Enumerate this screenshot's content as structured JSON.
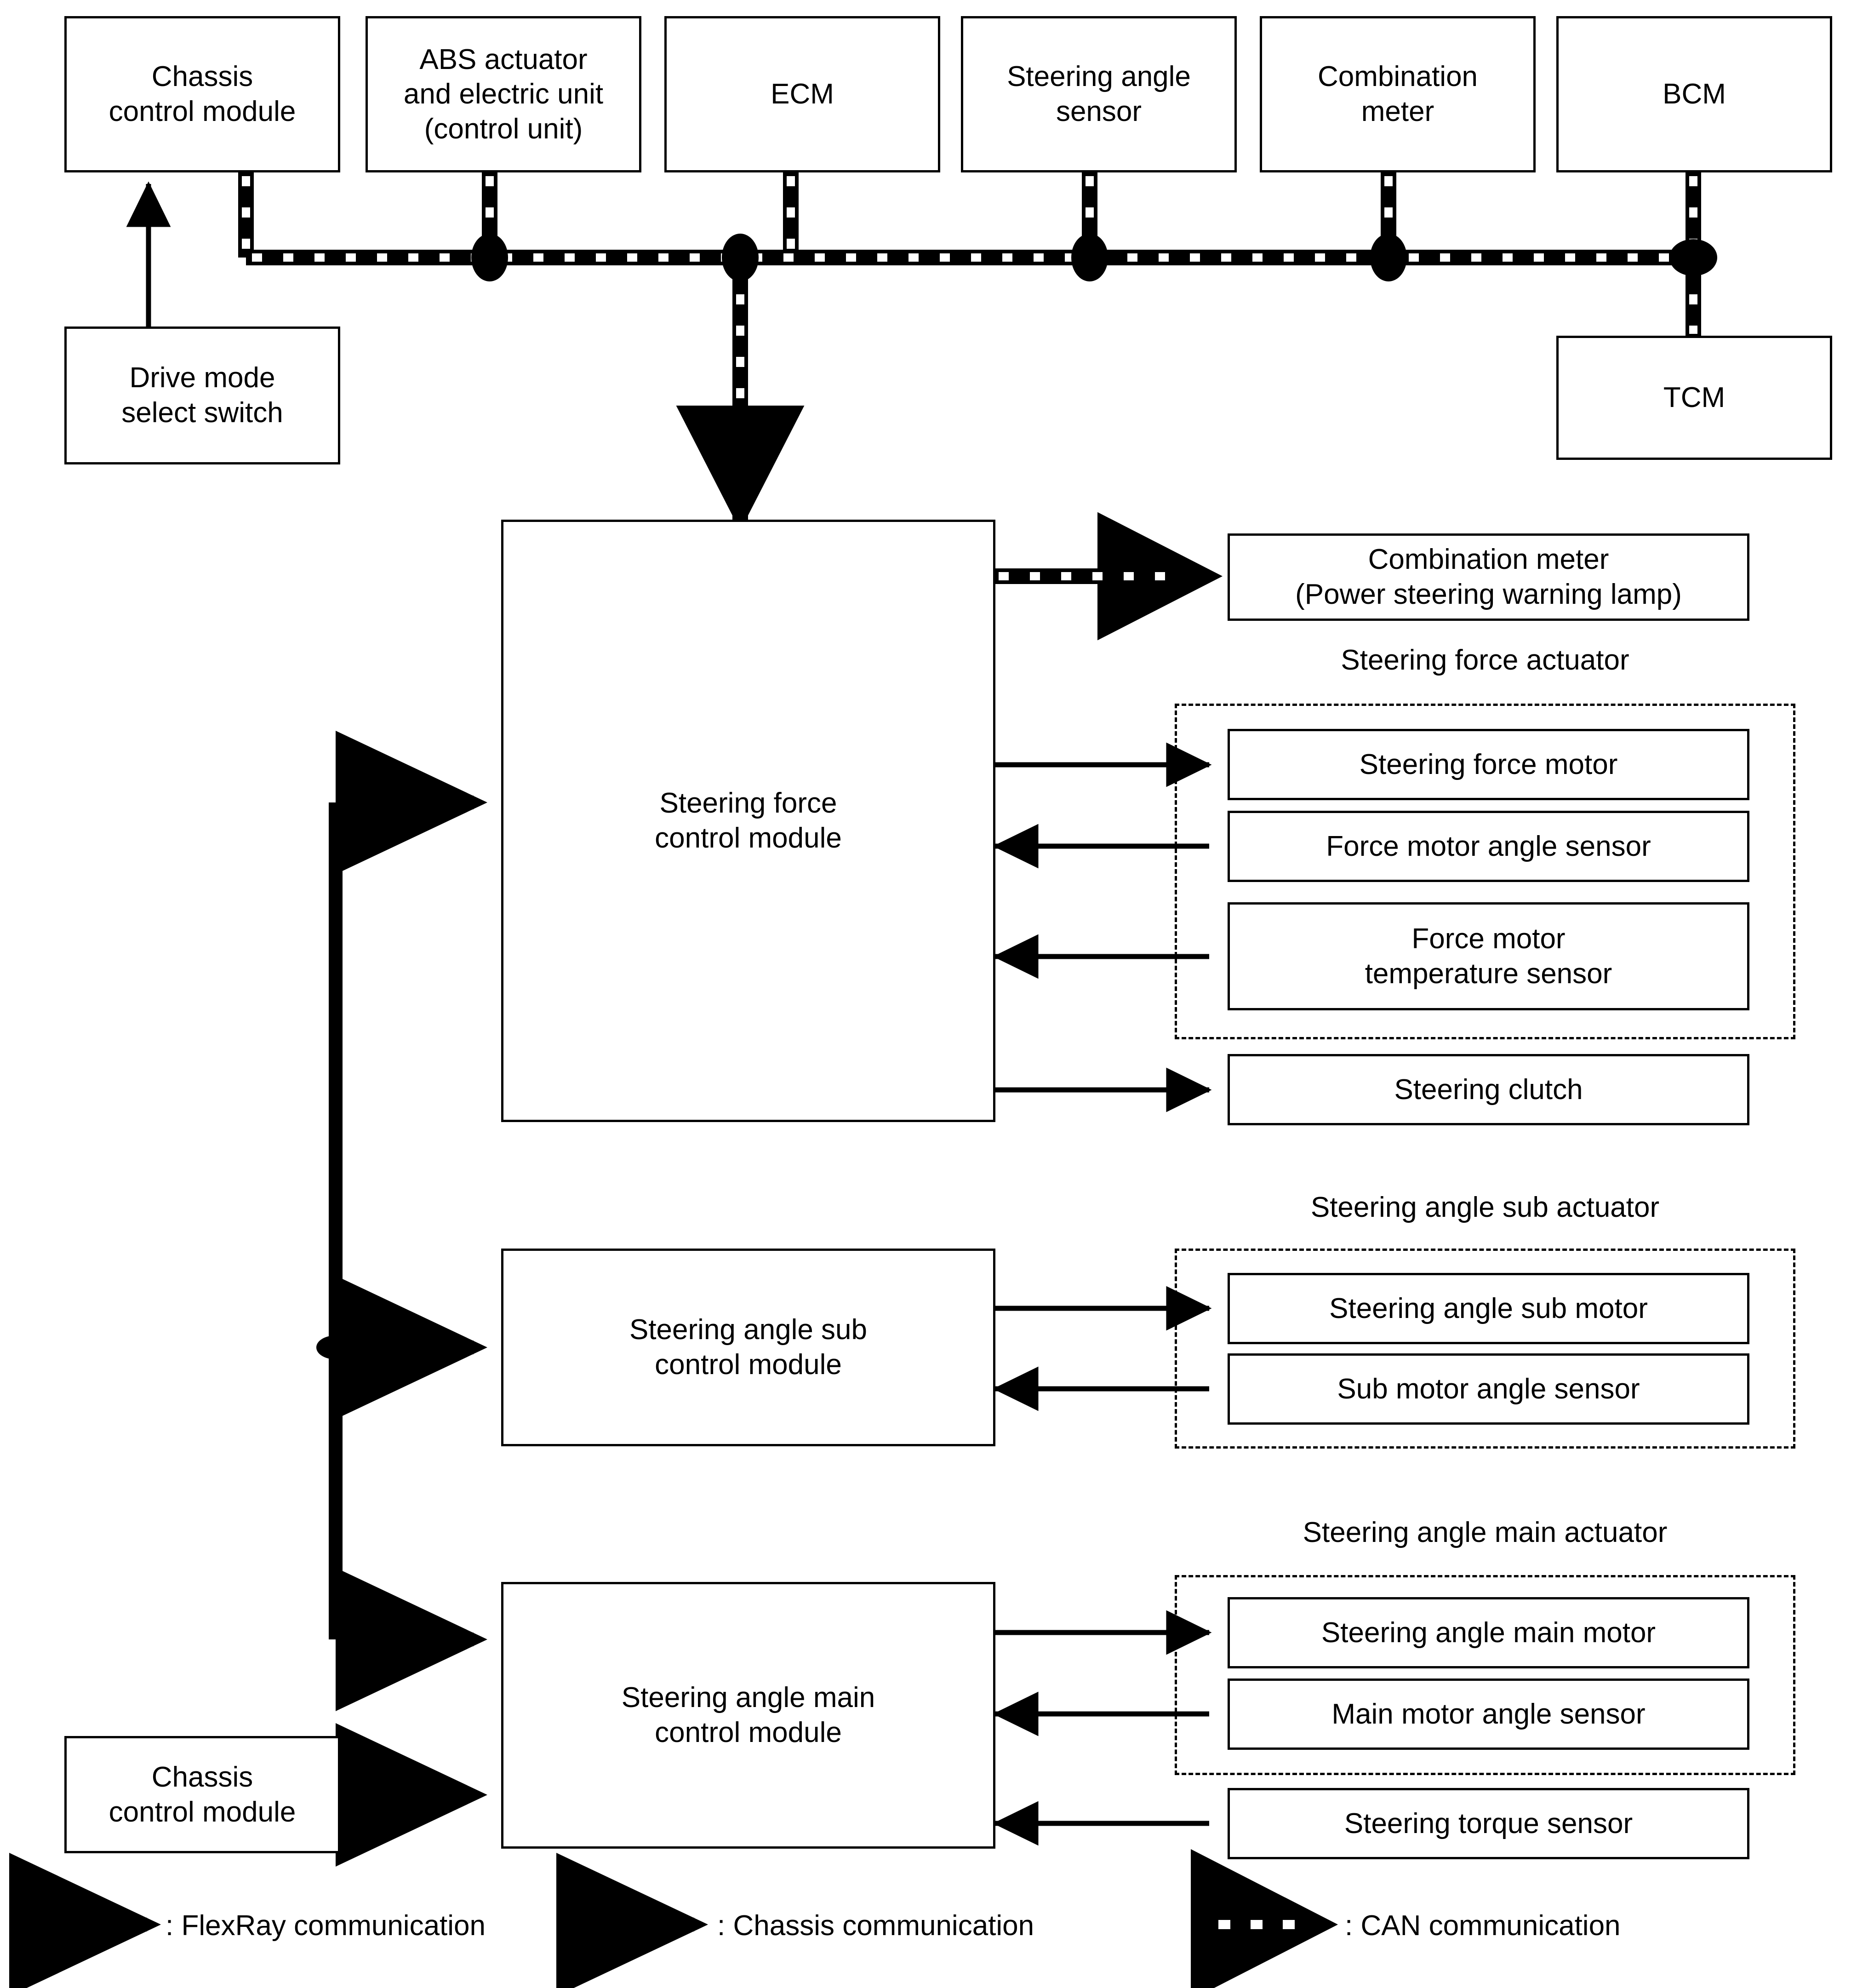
{
  "diagram": {
    "title_none": "",
    "top_modules": [
      {
        "id": "chassis-control-module-top",
        "label": "Chassis\ncontrol module"
      },
      {
        "id": "abs-actuator",
        "label": "ABS actuator\nand electric unit\n(control unit)"
      },
      {
        "id": "ecm",
        "label": "ECM"
      },
      {
        "id": "steering-angle-sensor",
        "label": "Steering angle\nsensor"
      },
      {
        "id": "combination-meter",
        "label": "Combination\nmeter"
      },
      {
        "id": "bcm",
        "label": "BCM"
      }
    ],
    "drive_mode_switch": {
      "label": "Drive mode\nselect switch"
    },
    "tcm": {
      "label": "TCM"
    },
    "control_modules": [
      {
        "id": "steering-force-control-module",
        "label": "Steering force\ncontrol module"
      },
      {
        "id": "steering-angle-sub-control-module",
        "label": "Steering angle sub\ncontrol module"
      },
      {
        "id": "steering-angle-main-control-module",
        "label": "Steering angle main\ncontrol module"
      }
    ],
    "chassis_control_module_bottom": {
      "label": "Chassis\ncontrol module"
    },
    "warning_lamp": {
      "label": "Combination meter\n(Power steering warning lamp)"
    },
    "groups": [
      {
        "id": "steering-force-actuator",
        "caption": "Steering force actuator"
      },
      {
        "id": "steering-angle-sub-actuator",
        "caption": "Steering angle sub actuator"
      },
      {
        "id": "steering-angle-main-actuator",
        "caption": "Steering angle main actuator"
      }
    ],
    "devices": [
      {
        "id": "steering-force-motor",
        "label": "Steering force motor"
      },
      {
        "id": "force-motor-angle-sensor",
        "label": "Force motor angle sensor"
      },
      {
        "id": "force-motor-temperature-sensor",
        "label": "Force motor\ntemperature sensor"
      },
      {
        "id": "steering-clutch",
        "label": "Steering clutch"
      },
      {
        "id": "steering-angle-sub-motor",
        "label": "Steering angle sub motor"
      },
      {
        "id": "sub-motor-angle-sensor",
        "label": "Sub motor angle sensor"
      },
      {
        "id": "steering-angle-main-motor",
        "label": "Steering angle main motor"
      },
      {
        "id": "main-motor-angle-sensor",
        "label": "Main motor angle sensor"
      },
      {
        "id": "steering-torque-sensor",
        "label": "Steering torque sensor"
      }
    ],
    "legend": [
      {
        "id": "legend-flexray",
        "style": "solid-thick",
        "label": ": FlexRay communication"
      },
      {
        "id": "legend-chassis",
        "style": "dashed-thick",
        "label": ": Chassis communication"
      },
      {
        "id": "legend-can",
        "style": "can-band",
        "label": ": CAN communication"
      }
    ],
    "colors": {
      "line": "#000000",
      "fill": "#ffffff"
    }
  }
}
